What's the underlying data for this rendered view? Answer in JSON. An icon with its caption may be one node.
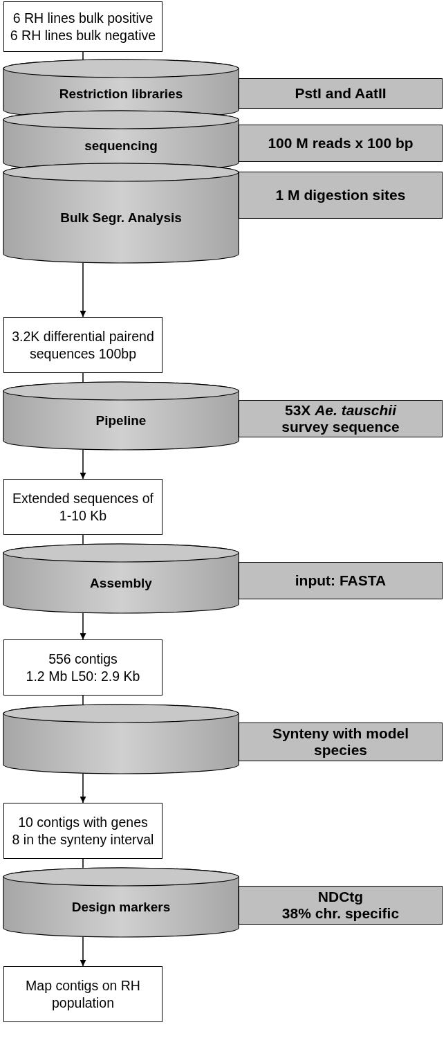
{
  "diagram": {
    "nodes": [
      {
        "text": [
          "6 RH lines bulk  positive",
          "6 RH lines bulk negative"
        ]
      },
      {
        "text": [
          "Restriction libraries"
        ]
      },
      {
        "text": [
          "PstI and AatII"
        ]
      },
      {
        "text": [
          "sequencing"
        ]
      },
      {
        "text": [
          "100 M reads x 100 bp"
        ]
      },
      {
        "text": [
          "Bulk Segr. Analysis"
        ]
      },
      {
        "text": [
          "1 M digestion sites"
        ]
      },
      {
        "text": [
          "3.2K differential pairend sequences 100bp"
        ]
      },
      {
        "text": [
          "Pipeline"
        ]
      },
      {
        "text": [
          "53X *Ae. tauschii* survey sequence"
        ]
      },
      {
        "text": [
          "Extended sequences of 1-10 Kb"
        ]
      },
      {
        "text": [
          "Assembly"
        ]
      },
      {
        "text": [
          "input: FASTA"
        ]
      },
      {
        "text": [
          "556 contigs",
          "1.2 Mb L50: 2.9 Kb"
        ]
      },
      {
        "text": [],
        "shape": "cylinder"
      },
      {
        "text": [
          "Synteny with model species"
        ]
      },
      {
        "text": [
          "10 contigs with genes",
          "8 in the synteny interval"
        ]
      },
      {
        "text": [
          "Design markers"
        ]
      },
      {
        "text": [
          "NDCtg",
          "38% chr. specific"
        ]
      },
      {
        "text": [
          "Map contigs on RH population"
        ]
      }
    ],
    "edges": [
      {
        "from": 0,
        "to": 1,
        "arrow": "none"
      },
      {
        "from": 5,
        "to": 7,
        "arrow": "to"
      },
      {
        "from": 7,
        "to": 8,
        "arrow": "none"
      },
      {
        "from": 8,
        "to": 10,
        "arrow": "to"
      },
      {
        "from": 10,
        "to": 11,
        "arrow": "none"
      },
      {
        "from": 11,
        "to": 13,
        "arrow": "to"
      },
      {
        "from": 13,
        "to": 14,
        "arrow": "none"
      },
      {
        "from": 14,
        "to": 16,
        "arrow": "to"
      },
      {
        "from": 16,
        "to": 17,
        "arrow": "none"
      },
      {
        "from": 17,
        "to": 19,
        "arrow": "to"
      }
    ]
  }
}
